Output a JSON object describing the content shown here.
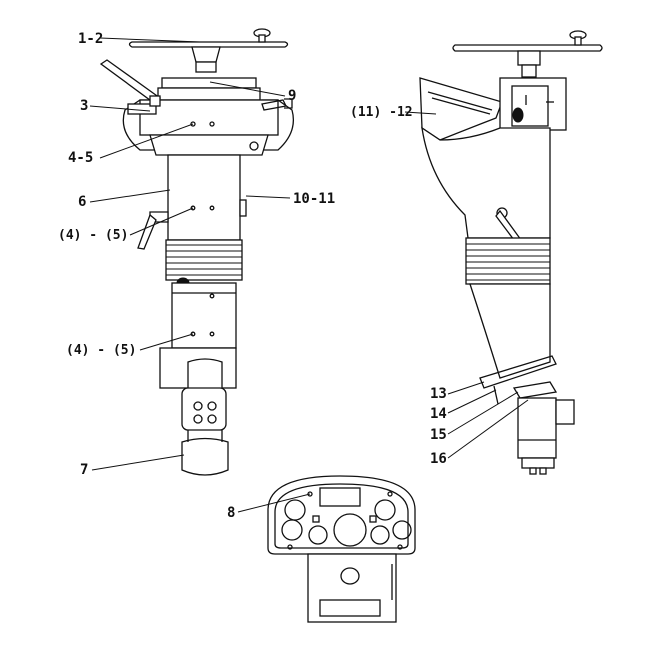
{
  "figure": {
    "labels": {
      "l1_2": "1-2",
      "l3": "3",
      "l4_5": "4-5",
      "l6": "6",
      "l4_5_paren_a": "(4) - (5)",
      "l4_5_paren_b": "(4) - (5)",
      "l7": "7",
      "l8": "8",
      "l9": "9",
      "l10_11": "10-11",
      "l11_12": "(11) -12",
      "l13": "13",
      "l14": "14",
      "l15": "15",
      "l16": "16"
    }
  }
}
